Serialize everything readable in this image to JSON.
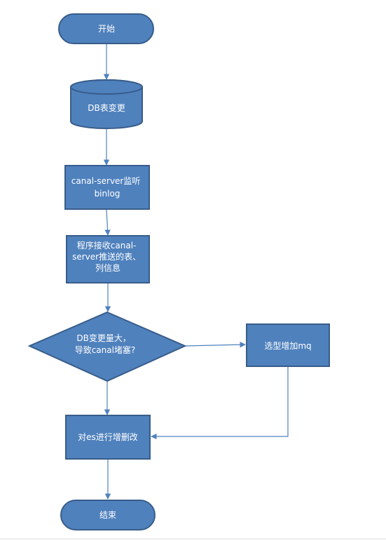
{
  "diagram": {
    "colors": {
      "fill": "#4f81bd",
      "stroke": "#385d8a",
      "arrow": "#4f81bd",
      "text": "#ffffff"
    },
    "nodes": {
      "start": {
        "shape": "terminator",
        "lines": [
          "开始"
        ]
      },
      "db_change": {
        "shape": "cylinder",
        "lines": [
          "DB表变更"
        ]
      },
      "canal_listen": {
        "shape": "process",
        "lines": [
          "canal-server监听",
          "binlog"
        ]
      },
      "receive": {
        "shape": "process",
        "lines": [
          "程序接收canal-",
          "server推送的表、",
          "列信息"
        ]
      },
      "decision": {
        "shape": "decision",
        "lines": [
          "DB变更量大，",
          "导致canal堵塞?"
        ]
      },
      "add_mq": {
        "shape": "process",
        "lines": [
          "选型增加mq"
        ]
      },
      "es_crud": {
        "shape": "process",
        "lines": [
          "对es进行增删改"
        ]
      },
      "end": {
        "shape": "terminator",
        "lines": [
          "结束"
        ]
      }
    }
  }
}
